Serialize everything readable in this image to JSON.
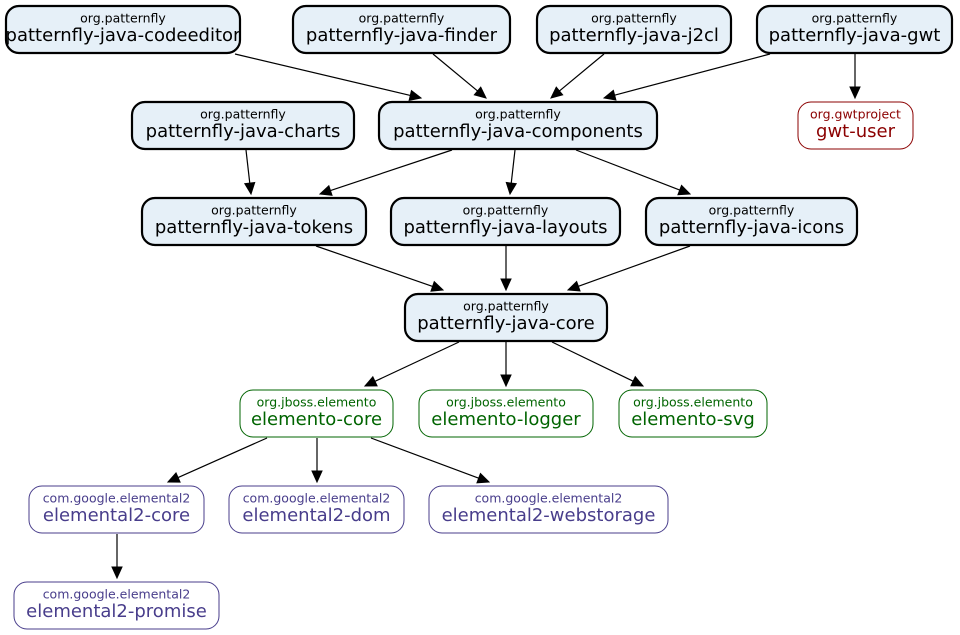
{
  "colors": {
    "patternfly_fill": "#e6f0f8",
    "patternfly_stroke": "#000000",
    "patternfly_text": "#000000",
    "gwt_text": "#8b0000",
    "gwt_stroke": "#8b0000",
    "elemento_text": "#006400",
    "elemento_stroke": "#006400",
    "elemental2_text": "#483d8b",
    "elemental2_stroke": "#483d8b",
    "plain_fill": "#ffffff"
  },
  "nodes": [
    {
      "id": "codeeditor",
      "group": "org.patternfly",
      "artifact": "patternfly-java-codeeditor",
      "kind": "patternfly"
    },
    {
      "id": "finder",
      "group": "org.patternfly",
      "artifact": "patternfly-java-finder",
      "kind": "patternfly"
    },
    {
      "id": "j2cl",
      "group": "org.patternfly",
      "artifact": "patternfly-java-j2cl",
      "kind": "patternfly"
    },
    {
      "id": "gwt",
      "group": "org.patternfly",
      "artifact": "patternfly-java-gwt",
      "kind": "patternfly"
    },
    {
      "id": "charts",
      "group": "org.patternfly",
      "artifact": "patternfly-java-charts",
      "kind": "patternfly"
    },
    {
      "id": "components",
      "group": "org.patternfly",
      "artifact": "patternfly-java-components",
      "kind": "patternfly"
    },
    {
      "id": "gwtuser",
      "group": "org.gwtproject",
      "artifact": "gwt-user",
      "kind": "gwt"
    },
    {
      "id": "tokens",
      "group": "org.patternfly",
      "artifact": "patternfly-java-tokens",
      "kind": "patternfly"
    },
    {
      "id": "layouts",
      "group": "org.patternfly",
      "artifact": "patternfly-java-layouts",
      "kind": "patternfly"
    },
    {
      "id": "icons",
      "group": "org.patternfly",
      "artifact": "patternfly-java-icons",
      "kind": "patternfly"
    },
    {
      "id": "core",
      "group": "org.patternfly",
      "artifact": "patternfly-java-core",
      "kind": "patternfly"
    },
    {
      "id": "el_core",
      "group": "org.jboss.elemento",
      "artifact": "elemento-core",
      "kind": "elemento"
    },
    {
      "id": "el_logger",
      "group": "org.jboss.elemento",
      "artifact": "elemento-logger",
      "kind": "elemento"
    },
    {
      "id": "el_svg",
      "group": "org.jboss.elemento",
      "artifact": "elemento-svg",
      "kind": "elemento"
    },
    {
      "id": "e2_core",
      "group": "com.google.elemental2",
      "artifact": "elemental2-core",
      "kind": "elemental2"
    },
    {
      "id": "e2_dom",
      "group": "com.google.elemental2",
      "artifact": "elemental2-dom",
      "kind": "elemental2"
    },
    {
      "id": "e2_webstorage",
      "group": "com.google.elemental2",
      "artifact": "elemental2-webstorage",
      "kind": "elemental2"
    },
    {
      "id": "e2_promise",
      "group": "com.google.elemental2",
      "artifact": "elemental2-promise",
      "kind": "elemental2"
    }
  ],
  "edges": [
    {
      "from": "codeeditor",
      "to": "components"
    },
    {
      "from": "finder",
      "to": "components"
    },
    {
      "from": "j2cl",
      "to": "components"
    },
    {
      "from": "gwt",
      "to": "components"
    },
    {
      "from": "gwt",
      "to": "gwtuser"
    },
    {
      "from": "charts",
      "to": "tokens"
    },
    {
      "from": "components",
      "to": "tokens"
    },
    {
      "from": "components",
      "to": "layouts"
    },
    {
      "from": "components",
      "to": "icons"
    },
    {
      "from": "tokens",
      "to": "core"
    },
    {
      "from": "layouts",
      "to": "core"
    },
    {
      "from": "icons",
      "to": "core"
    },
    {
      "from": "core",
      "to": "el_core"
    },
    {
      "from": "core",
      "to": "el_logger"
    },
    {
      "from": "core",
      "to": "el_svg"
    },
    {
      "from": "el_core",
      "to": "e2_core"
    },
    {
      "from": "el_core",
      "to": "e2_dom"
    },
    {
      "from": "el_core",
      "to": "e2_webstorage"
    },
    {
      "from": "e2_core",
      "to": "e2_promise"
    }
  ]
}
